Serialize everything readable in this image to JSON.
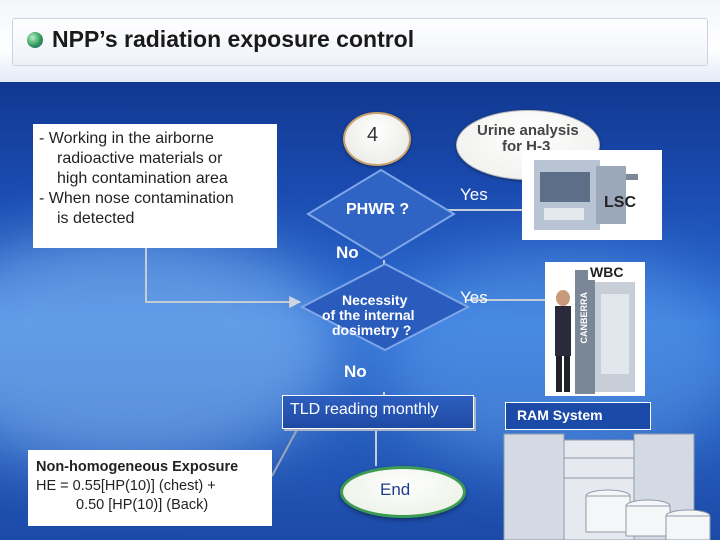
{
  "header": {
    "title": "NPP’s radiation exposure control"
  },
  "condition_box": {
    "lines": [
      "- Working in the airborne",
      "radioactive materials or",
      "high contamination area",
      "- When nose contamination",
      "is detected"
    ]
  },
  "flow": {
    "badge": "4",
    "phwr": "PHWR ?",
    "urine_line1": "Urine analysis",
    "urine_line2": "for H-3",
    "yes1": "Yes",
    "lsc": "LSC",
    "no1": "No",
    "necessity_line1": "Necessity",
    "necessity_line2": "of the internal",
    "necessity_line3": "dosimetry ?",
    "yes2": "Yes",
    "wbc": "WBC",
    "wbc_brand": "CANBERRA",
    "no2": "No",
    "tld": "TLD reading monthly",
    "ram": "RAM System",
    "end": "End"
  },
  "nonhomo": {
    "title": "Non-homogeneous Exposure",
    "line1": "HE = 0.55[HP(10)] (chest) +",
    "line2": "0.50 [HP(10)] (Back)"
  },
  "colors": {
    "accent_green": "#3c9a52",
    "background_blue": "#1a4bb0",
    "arrow_gray": "#bfc7d4"
  }
}
